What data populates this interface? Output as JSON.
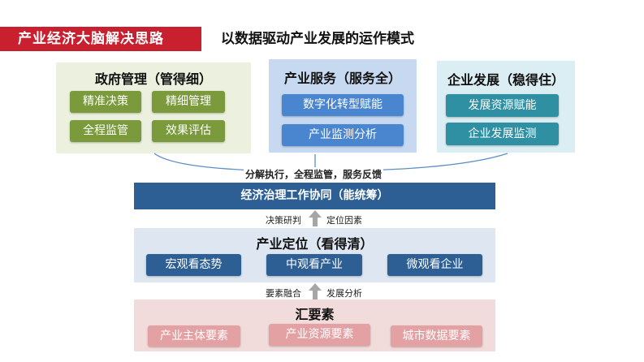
{
  "header": {
    "title": "产业经济大脑解决思路",
    "subtitle": "以数据驱动产业发展的运作模式"
  },
  "gov_panel": {
    "title": "政府管理（管得细）",
    "buttons": [
      "精准决策",
      "精细管理",
      "全程监管",
      "效果评估"
    ]
  },
  "service_panel": {
    "title": "产业服务（服务全）",
    "buttons": [
      "数字化转型赋能",
      "产业监测分析"
    ]
  },
  "enterprise_panel": {
    "title": "企业发展（稳得住）",
    "buttons": [
      "发展资源赋能",
      "企业发展监测"
    ]
  },
  "bracket_label": "分解执行，全程监管，服务反馈",
  "coordination_bar": "经济治理工作协同（能统筹）",
  "arrow1": {
    "left": "决策研判",
    "right": "定位因素"
  },
  "positioning_panel": {
    "title": "产业定位（看得清）",
    "buttons": [
      "宏观看态势",
      "中观看产业",
      "微观看企业"
    ]
  },
  "arrow2": {
    "left": "要素融合",
    "right": "发展分析"
  },
  "elements_panel": {
    "title": "汇要素",
    "buttons": [
      "产业主体要素",
      "产业资源要素",
      "城市数据要素"
    ]
  },
  "colors": {
    "brand_red": "#c8202f",
    "gov_panel_bg": "#ebf1de",
    "service_panel_bg": "#c6d9f1",
    "enterprise_panel_bg": "#dbeef3",
    "coordination_bar": "#2d5f95",
    "positioning_bg": "#dde6f1",
    "elements_bg": "#f2dcdb"
  }
}
